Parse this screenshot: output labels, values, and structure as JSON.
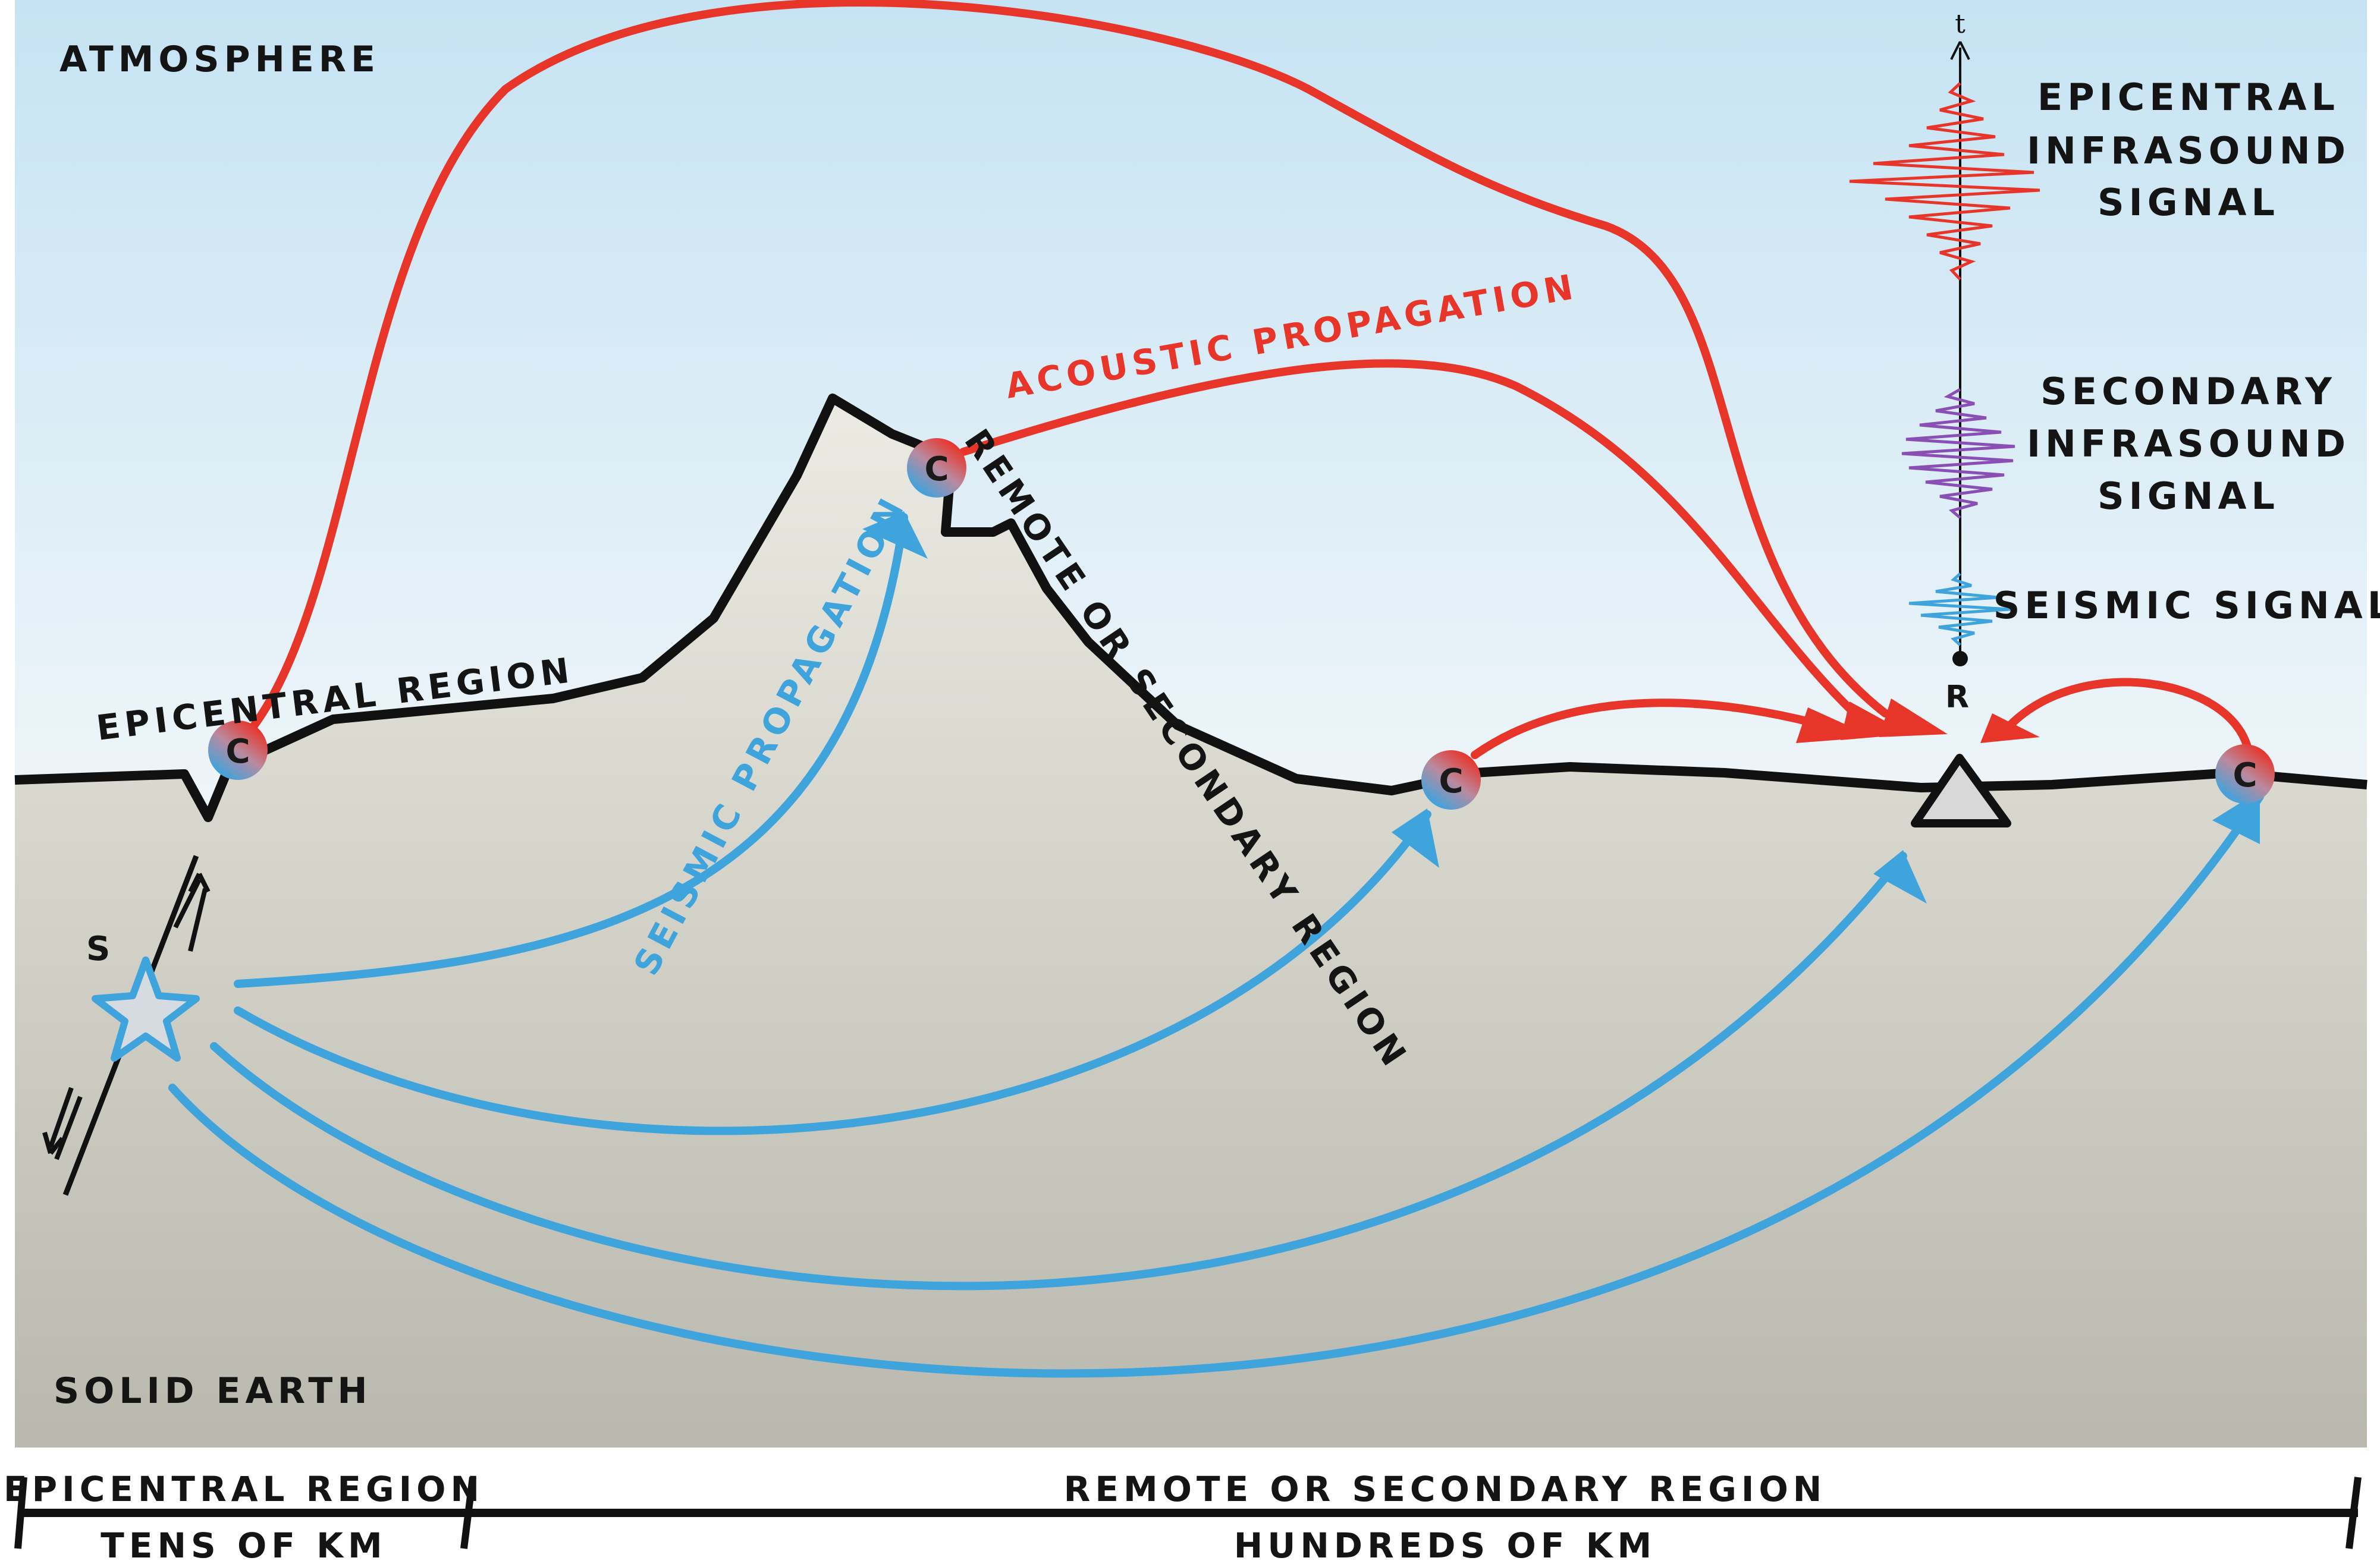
{
  "labels": {
    "atmosphere": "ATMOSPHERE",
    "solid_earth": "SOLID EARTH",
    "epicentral_region": "EPICENTRAL REGION",
    "remote_region": "REMOTE OR SECONDARY REGION",
    "acoustic_propagation": "ACOUSTIC PROPAGATION",
    "seismic_propagation": "SEISMIC PROPAGATION",
    "source": "S",
    "receiver": "R",
    "time_axis": "t"
  },
  "nodes": {
    "coupling_letter": "C"
  },
  "signals": {
    "epicentral_infrasound": [
      "EPICENTRAL",
      "INFRASOUND",
      "SIGNAL"
    ],
    "secondary_infrasound": [
      "SECONDARY",
      "INFRASOUND",
      "SIGNAL"
    ],
    "seismic": "SEISMIC SIGNAL"
  },
  "scale": {
    "epicentral_region": "EPICENTRAL REGION",
    "epicentral_distance": "TENS OF KM",
    "remote_region": "REMOTE OR SECONDARY REGION",
    "remote_distance": "HUNDREDS OF KM"
  },
  "colors": {
    "acoustic": "#e8352a",
    "seismic": "#3fa3dc",
    "secondary_infrasound": "#8a4fb5",
    "ground": "#111111"
  }
}
